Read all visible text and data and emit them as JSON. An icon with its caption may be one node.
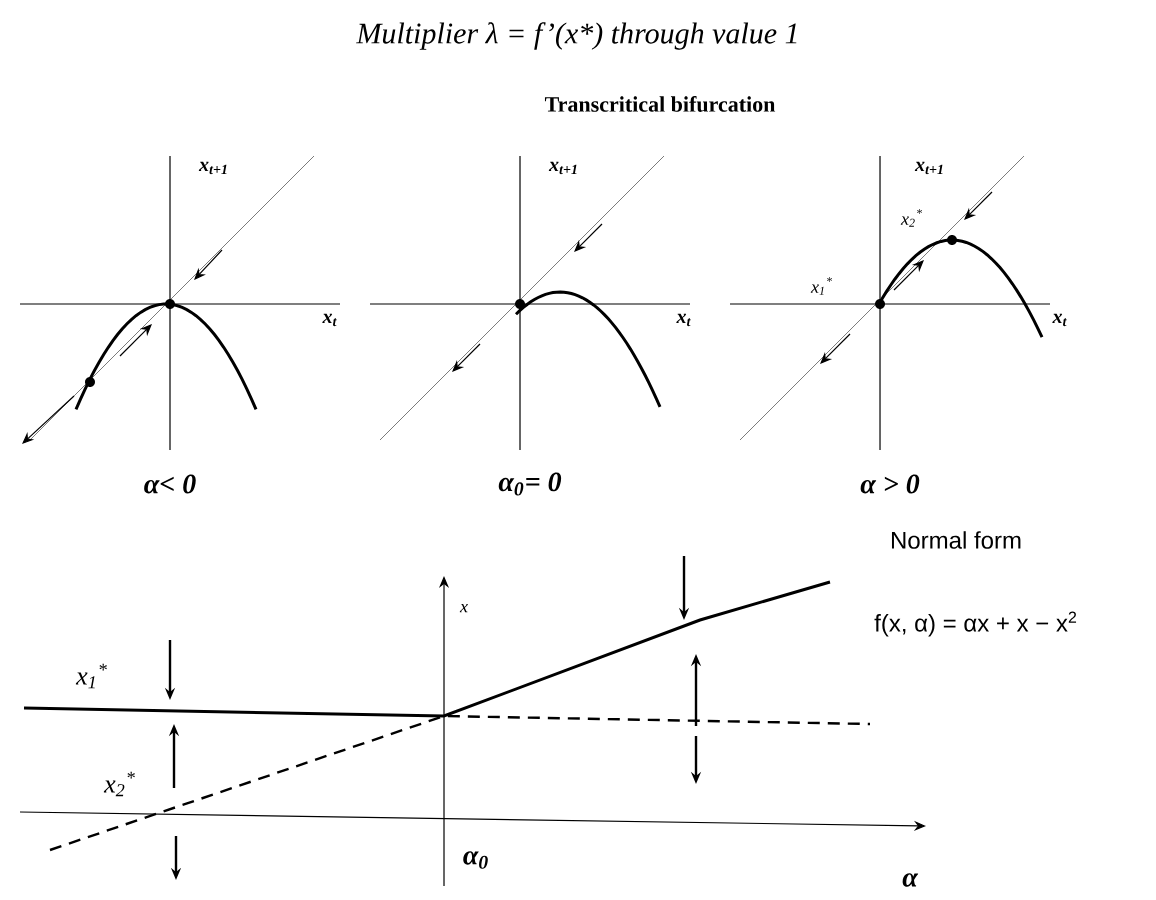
{
  "diagram": {
    "title": "Multiplier λ = f’(x*) through value 1",
    "labels": [
      "Transcritical bifurcation",
      "x$_{t+1}$",
      "x$_{t}$",
      "x$_{t+1}$",
      "x$_{t}$",
      "x$_{t+1}$",
      "x$_{1}$$^{*}$",
      "x$_{2}$$^{*}$",
      "x$_{t}$",
      "α< 0",
      "α$_{0}$= 0",
      "α > 0",
      "Normal form",
      "x",
      "f(x, α) = αx + x − x$^{2}$",
      "x$_{1}$$^{*}$",
      "x$_{2}$$^{*}$",
      "α$_{0}$",
      "α"
    ]
  }
}
